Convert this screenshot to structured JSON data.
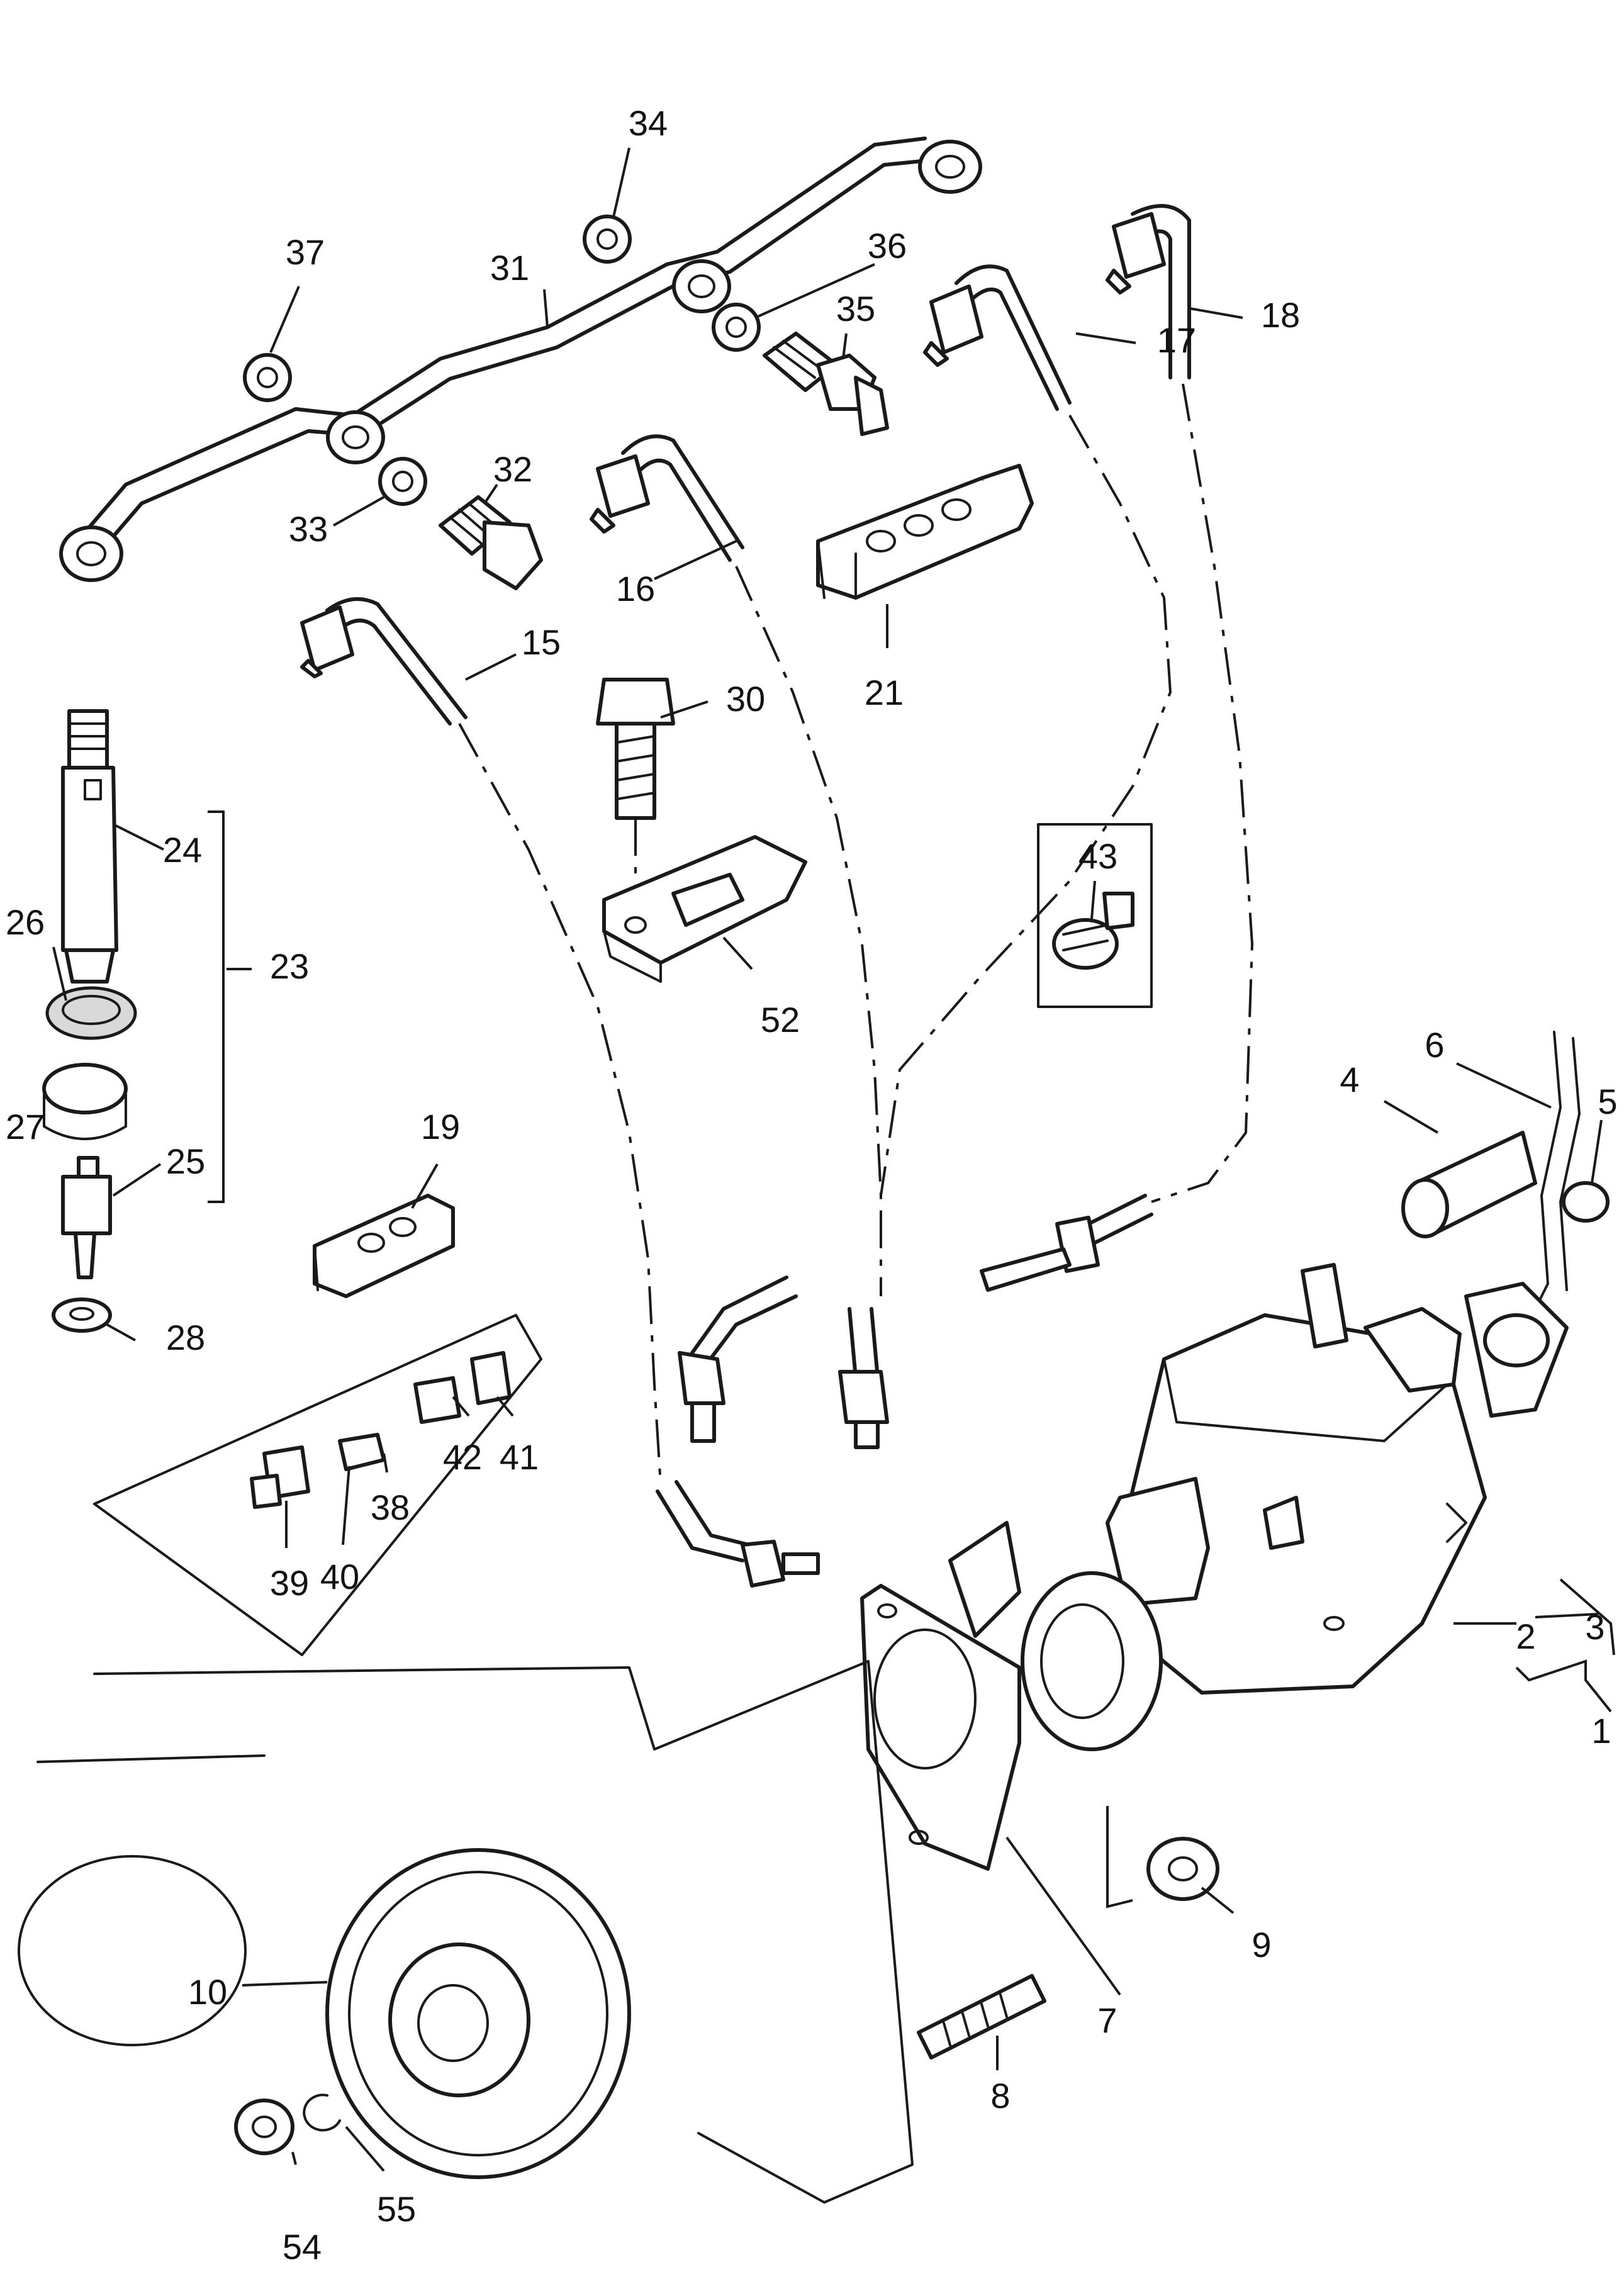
{
  "callouts": {
    "n1": "1",
    "n2": "2",
    "n3": "3",
    "n4": "4",
    "n5": "5",
    "n6": "6",
    "n7": "7",
    "n8": "8",
    "n9": "9",
    "n10": "10",
    "n15": "15",
    "n16": "16",
    "n17": "17",
    "n18": "18",
    "n19": "19",
    "n21": "21",
    "n23": "23",
    "n24": "24",
    "n25": "25",
    "n26": "26",
    "n27": "27",
    "n28": "28",
    "n30": "30",
    "n31": "31",
    "n32": "32",
    "n33": "33",
    "n34": "34",
    "n35": "35",
    "n36": "36",
    "n37": "37",
    "n38": "38",
    "n39": "39",
    "n40": "40",
    "n41": "41",
    "n42": "42",
    "n43": "43",
    "n52": "52",
    "n54": "54",
    "n55": "55"
  }
}
